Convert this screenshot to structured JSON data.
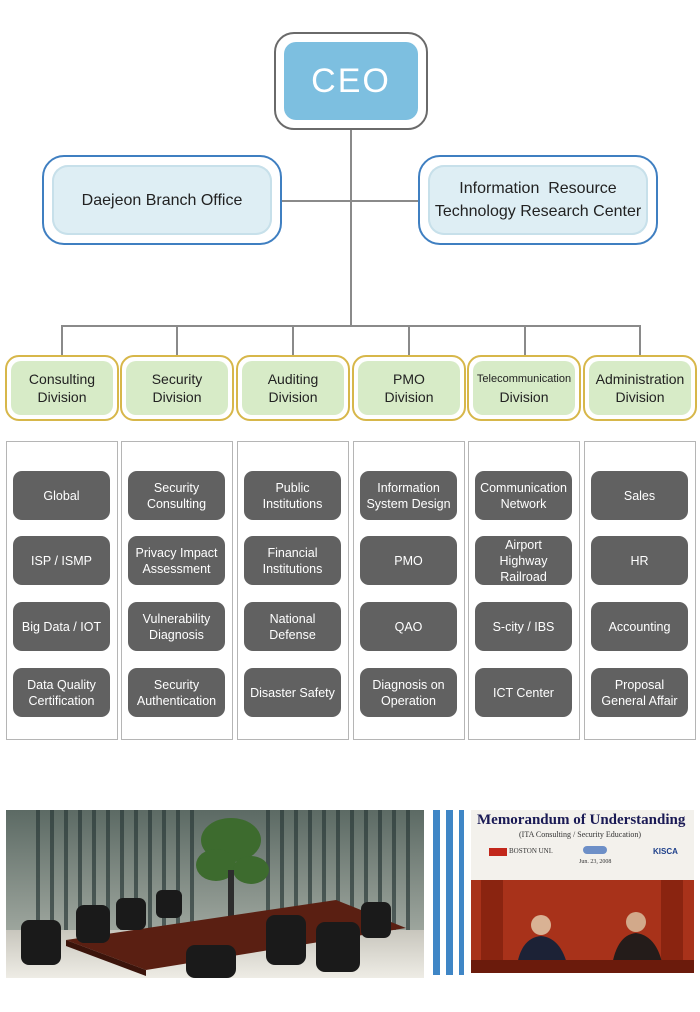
{
  "ceo": {
    "label": "CEO"
  },
  "branch_office": {
    "label": "Daejeon Branch Office"
  },
  "research_center": {
    "line1": "Information  Resource",
    "line2": "Technology Research Center"
  },
  "divisions": [
    {
      "line1": "Consulting",
      "line2": "Division",
      "units": [
        {
          "l1": "Global",
          "l2": ""
        },
        {
          "l1": "ISP / ISMP",
          "l2": ""
        },
        {
          "l1": "Big Data / IOT",
          "l2": ""
        },
        {
          "l1": "Data Quality",
          "l2": "Certification"
        }
      ]
    },
    {
      "line1": "Security",
      "line2": "Division",
      "units": [
        {
          "l1": "Security",
          "l2": "Consulting"
        },
        {
          "l1": "Privacy Impact",
          "l2": "Assessment"
        },
        {
          "l1": "Vulnerability",
          "l2": "Diagnosis"
        },
        {
          "l1": "Security",
          "l2": "Authentication"
        }
      ]
    },
    {
      "line1": "Auditing",
      "line2": "Division",
      "units": [
        {
          "l1": "Public",
          "l2": "Institutions"
        },
        {
          "l1": "Financial",
          "l2": "Institutions"
        },
        {
          "l1": "National",
          "l2": "Defense"
        },
        {
          "l1": "Disaster Safety",
          "l2": ""
        }
      ]
    },
    {
      "line1": "PMO",
      "line2": "Division",
      "units": [
        {
          "l1": "Information",
          "l2": "System Design"
        },
        {
          "l1": "PMO",
          "l2": ""
        },
        {
          "l1": "QAO",
          "l2": ""
        },
        {
          "l1": "Diagnosis on",
          "l2": "Operation"
        }
      ]
    },
    {
      "line1": "Telecommunication",
      "line2": "Division",
      "units": [
        {
          "l1": "Communication",
          "l2": "Network"
        },
        {
          "l1": "Airport",
          "l2": "Highway",
          "l3": "Railroad"
        },
        {
          "l1": "S-city / IBS",
          "l2": ""
        },
        {
          "l1": "ICT Center",
          "l2": ""
        }
      ]
    },
    {
      "line1": "Administration",
      "line2": "Division",
      "units": [
        {
          "l1": "Sales",
          "l2": ""
        },
        {
          "l1": "HR",
          "l2": ""
        },
        {
          "l1": "Accounting",
          "l2": ""
        },
        {
          "l1": "Proposal",
          "l2": "General Affair"
        }
      ]
    }
  ],
  "mou_photo": {
    "title": "Memorandum of Understanding",
    "subtitle": "(ITA Consulting / Security Education)",
    "org1": "BOSTON UNI.",
    "org2": "KISCA",
    "date": "Jun. 23, 2008"
  },
  "colors": {
    "ceo_fill": "#7dbfe0",
    "top_border": "#3f7fc1",
    "division_fill": "#d7ebc7",
    "division_border": "#d7b74a",
    "unit_fill": "#616161"
  }
}
